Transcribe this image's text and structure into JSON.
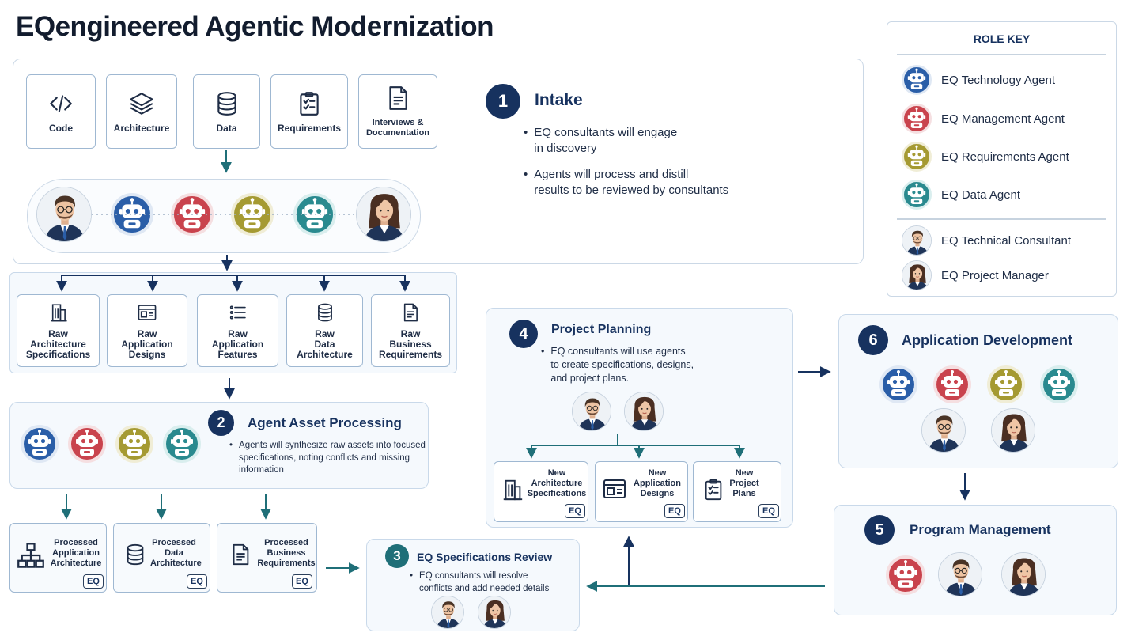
{
  "title": "EQengineered Agentic Modernization",
  "colors": {
    "navy": "#17325f",
    "blue": "#2a5ea8",
    "red": "#c9434d",
    "olive": "#a59a32",
    "teal": "#2a8a8f",
    "arrow": "#1f6f78"
  },
  "intake": {
    "step": "1",
    "heading": "Intake",
    "bullets": [
      "EQ consultants will engage\nin discovery",
      "Agents will process and distill\nresults to be reviewed by consultants"
    ],
    "sources": [
      {
        "icon": "code-icon",
        "label": "Code"
      },
      {
        "icon": "layers-icon",
        "label": "Architecture"
      },
      {
        "icon": "database-icon",
        "label": "Data"
      },
      {
        "icon": "checklist-icon",
        "label": "Requirements"
      },
      {
        "icon": "document-icon",
        "label": "Interviews &\nDocumentation"
      }
    ]
  },
  "raw_assets": [
    {
      "icon": "building-icon",
      "label": "Raw\nArchitecture\nSpecifications"
    },
    {
      "icon": "window-icon",
      "label": "Raw\nApplication\nDesigns"
    },
    {
      "icon": "list-icon",
      "label": "Raw\nApplication\nFeatures"
    },
    {
      "icon": "database-icon",
      "label": "Raw\nData\nArchitecture"
    },
    {
      "icon": "document-icon",
      "label": "Raw\nBusiness\nRequirements"
    }
  ],
  "processing": {
    "step": "2",
    "heading": "Agent Asset Processing",
    "bullet": "Agents will synthesize raw assets into focused\nspecifications, noting conflicts and missing\ninformation"
  },
  "processed": [
    {
      "icon": "hierarchy-icon",
      "label": "Processed\nApplication\nArchitecture",
      "badge": "EQ"
    },
    {
      "icon": "database-icon",
      "label": "Processed\nData\nArchitecture",
      "badge": "EQ"
    },
    {
      "icon": "document-icon",
      "label": "Processed\nBusiness\nRequirements",
      "badge": "EQ"
    }
  ],
  "review": {
    "step": "3",
    "heading": "EQ Specifications Review",
    "bullet": "EQ consultants will resolve\nconflicts and add needed details"
  },
  "planning": {
    "step": "4",
    "heading": "Project Planning",
    "bullet": "EQ consultants will use agents\nto create specifications, designs,\nand project plans.",
    "outputs": [
      {
        "icon": "building-icon",
        "label": "New\nArchitecture\nSpecifications",
        "badge": "EQ"
      },
      {
        "icon": "window-icon",
        "label": "New\nApplication\nDesigns",
        "badge": "EQ"
      },
      {
        "icon": "checklist-icon",
        "label": "New\nProject\nPlans",
        "badge": "EQ"
      }
    ]
  },
  "program": {
    "step": "5",
    "heading": "Program Management"
  },
  "development": {
    "step": "6",
    "heading": "Application Development"
  },
  "role_key": {
    "title": "ROLE KEY",
    "roles": [
      {
        "icon": "robot-icon",
        "color": "#2a5ea8",
        "label": "EQ Technology Agent"
      },
      {
        "icon": "robot-icon",
        "color": "#c9434d",
        "label": "EQ Management Agent"
      },
      {
        "icon": "robot-icon",
        "color": "#a59a32",
        "label": "EQ Requirements Agent"
      },
      {
        "icon": "robot-icon",
        "color": "#2a8a8f",
        "label": "EQ Data Agent"
      },
      {
        "icon": "man-avatar-icon",
        "label": "EQ Technical Consultant"
      },
      {
        "icon": "woman-avatar-icon",
        "label": "EQ Project Manager"
      }
    ]
  }
}
